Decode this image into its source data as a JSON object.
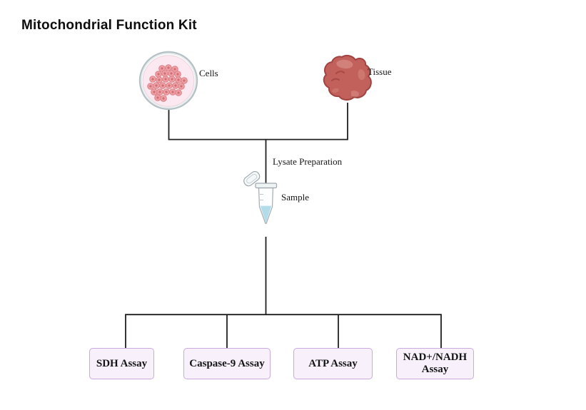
{
  "title": "Mitochondrial Function Kit",
  "diagram": {
    "sources": [
      {
        "label": "Cells"
      },
      {
        "label": "Tissue"
      }
    ],
    "steps": {
      "lysate_label": "Lysate Preparation",
      "sample_label": "Sample"
    },
    "assays": [
      {
        "label": "SDH Assay"
      },
      {
        "label": "Caspase-9 Assay"
      },
      {
        "label": "ATP Assay"
      },
      {
        "label": "NAD+/NADH Assay"
      }
    ],
    "icons": {
      "cells": "petri-dish-cells-icon",
      "tissue": "tissue-icon",
      "sample": "sample-tube-icon"
    },
    "colors": {
      "connector": "#1f1f1f",
      "assay_box_fill": "#f8f1fc",
      "assay_box_border": "#c9aade",
      "petri_dish_rim": "#b6c1c5",
      "petri_dish_fill": "#fbe8f0",
      "cell_fill": "#efa0a5",
      "cell_nucleus": "#ce6f76",
      "tissue_fill": "#c2605c",
      "tissue_outline": "#a04441",
      "tube_liquid": "#b2dcea"
    }
  }
}
